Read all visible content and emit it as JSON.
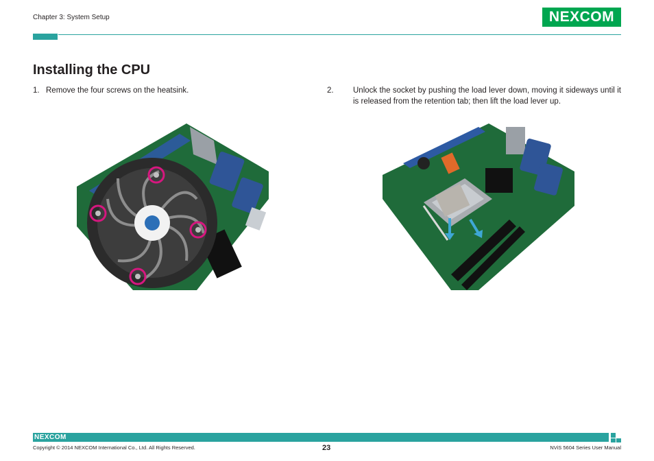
{
  "header": {
    "chapter": "Chapter 3: System Setup",
    "logo_text": "NEXCOM"
  },
  "section": {
    "title": "Installing the CPU"
  },
  "steps": [
    {
      "number": "1.",
      "text": "Remove the four screws on the heatsink."
    },
    {
      "number": "2.",
      "text": "Unlock the socket by pushing the load lever down, moving it sideways until it is released from the retention tab; then lift the load lever up."
    }
  ],
  "footer": {
    "logo_text": "NEXCOM",
    "copyright": "Copyright © 2014 NEXCOM International Co., Ltd. All Rights Reserved.",
    "page_number": "23",
    "manual_name": "NViS 5604 Series User Manual"
  },
  "colors": {
    "teal": "#2aa39f",
    "brand_green": "#00a650",
    "marker_magenta": "#d6177f",
    "arrow_blue": "#3fa7d6",
    "pcb_green": "#1f6b3a"
  }
}
